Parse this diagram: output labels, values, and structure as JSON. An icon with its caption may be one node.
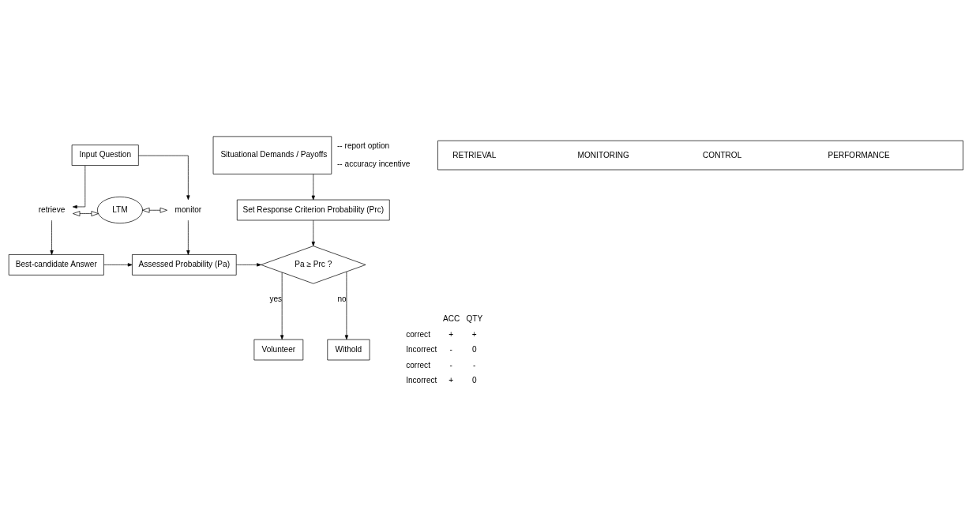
{
  "diagram": {
    "nodes": [
      {
        "text": [
          "Input Question"
        ]
      },
      {
        "text": [
          "retrieve"
        ]
      },
      {
        "text": [
          "LTM"
        ]
      },
      {
        "text": [
          "monitor"
        ]
      },
      {
        "text": [
          "Best-candidate Answer"
        ]
      },
      {
        "text": [
          "Assessed Probability (Pa)"
        ]
      },
      {
        "text": [
          "Situational Demands / Payoffs"
        ],
        "beside": [
          "-- report option",
          "-- accuracy incentive"
        ]
      },
      {
        "text": [
          "Set Response Criterion Probability (Prc)"
        ]
      },
      {
        "text": [
          "Pa ≥ Prc ?"
        ]
      },
      {
        "text": [
          "Volunteer"
        ]
      },
      {
        "text": [
          "Withold"
        ]
      },
      {
        "text": [
          "RETRIEVAL",
          "MONITORING",
          "CONTROL",
          "PERFORMANCE"
        ]
      }
    ],
    "edges": [
      {
        "from": 0,
        "to": 1,
        "arrow": "to"
      },
      {
        "from": 0,
        "to": 3,
        "arrow": "to"
      },
      {
        "from": 1,
        "to": 2,
        "arrow": "both"
      },
      {
        "from": 2,
        "to": 3,
        "arrow": "both"
      },
      {
        "from": 1,
        "to": 4,
        "arrow": "to"
      },
      {
        "from": 3,
        "to": 5,
        "arrow": "to"
      },
      {
        "from": 4,
        "to": 5,
        "arrow": "to"
      },
      {
        "from": 5,
        "to": 8,
        "arrow": "to"
      },
      {
        "from": 6,
        "to": 7,
        "arrow": "to"
      },
      {
        "from": 7,
        "to": 8,
        "arrow": "to"
      },
      {
        "from": 8,
        "to": 9,
        "label": "yes",
        "arrow": "to"
      },
      {
        "from": 8,
        "to": 10,
        "label": "no",
        "arrow": "to"
      }
    ],
    "labels": [
      "ACC",
      "QTY",
      "correct",
      "+",
      "+",
      "Incorrect",
      "-",
      "0",
      "correct",
      "-",
      "-",
      "Incorrect",
      "+",
      "0"
    ]
  }
}
